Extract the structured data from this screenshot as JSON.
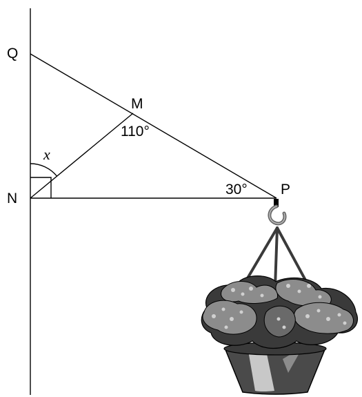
{
  "points": {
    "Q": "Q",
    "M": "M",
    "N": "N",
    "P": "P"
  },
  "angles": {
    "x": "x",
    "at_M": "110°",
    "at_P": "30°"
  },
  "colors": {
    "line": "#000000",
    "foliage_dark": "#3a3a3a",
    "foliage_mid": "#8c8c8c",
    "foliage_light": "#d0d0d0",
    "pot_dark": "#4a4a4a",
    "pot_light": "#c8c8c8"
  },
  "icons": {
    "hanging_object": "hanging-flower-basket-icon"
  }
}
